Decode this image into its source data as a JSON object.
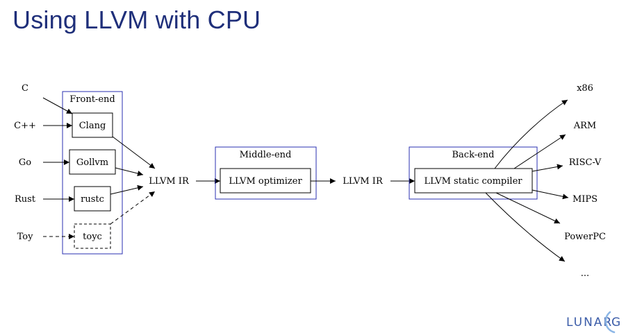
{
  "slide": {
    "title": "Using LLVM with CPU"
  },
  "diagram": {
    "languages": [
      "C",
      "C++",
      "Go",
      "Rust",
      "Toy"
    ],
    "frontend": {
      "label": "Front-end",
      "compilers": [
        "Clang",
        "Gollvm",
        "rustc",
        "toyc"
      ]
    },
    "ir_left": "LLVM IR",
    "middle": {
      "label": "Middle-end",
      "box": "LLVM optimizer"
    },
    "ir_right": "LLVM IR",
    "backend": {
      "label": "Back-end",
      "box": "LLVM static compiler"
    },
    "targets": [
      "x86",
      "ARM",
      "RISC-V",
      "MIPS",
      "PowerPC",
      "..."
    ]
  },
  "logo": {
    "text": "LUNAR",
    "mark": "G",
    "text_color": "#3b5ca8",
    "accent_color": "#8db7e6"
  },
  "colors": {
    "title": "#1f2f7a",
    "group_border": "#2a2fb0",
    "line": "#000000"
  }
}
